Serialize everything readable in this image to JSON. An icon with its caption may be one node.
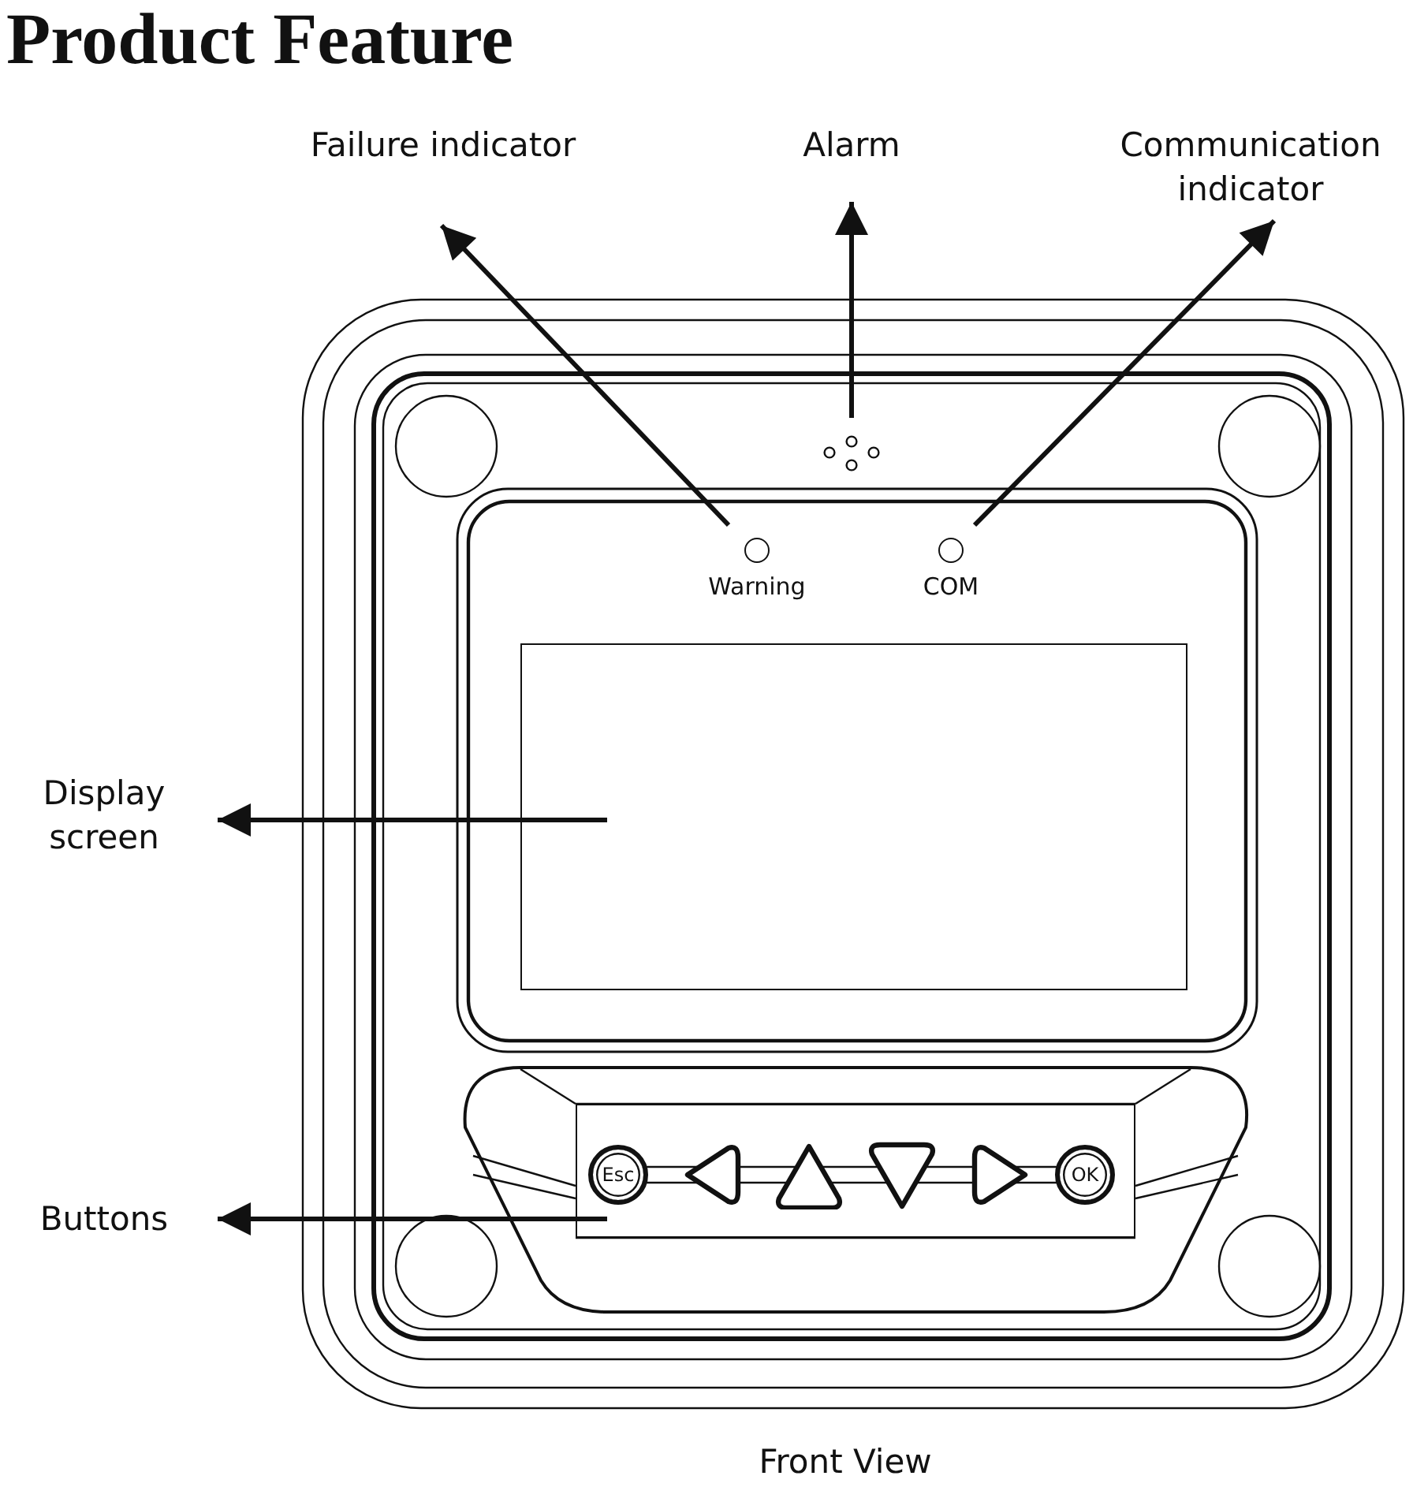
{
  "diagram": {
    "title": "Product Feature",
    "caption": "Front View",
    "nodes": [
      {
        "text": [
          "Failure indicator"
        ]
      },
      {
        "text": [
          "Alarm"
        ]
      },
      {
        "text": [
          "Communication indicator"
        ]
      },
      {
        "text": [
          "Display screen"
        ]
      },
      {
        "text": [
          "Buttons"
        ]
      },
      {
        "text": [],
        "shape": "circle",
        "beside": [
          "Warning"
        ]
      },
      {
        "text": [],
        "shape": "circle"
      },
      {
        "text": [],
        "shape": "circle",
        "beside": [
          "COM"
        ]
      },
      {
        "text": [],
        "shape": "box"
      },
      {
        "text": [],
        "shape": "box"
      }
    ],
    "edges": [
      {
        "from": 5,
        "to": 0,
        "arrow": "to"
      },
      {
        "from": 6,
        "to": 1,
        "arrow": "to"
      },
      {
        "from": 7,
        "to": 2,
        "arrow": "to"
      },
      {
        "from": 8,
        "to": 3,
        "arrow": "to"
      },
      {
        "from": 9,
        "to": 4,
        "arrow": "to"
      }
    ],
    "labels": [
      "Esc",
      "OK"
    ]
  }
}
